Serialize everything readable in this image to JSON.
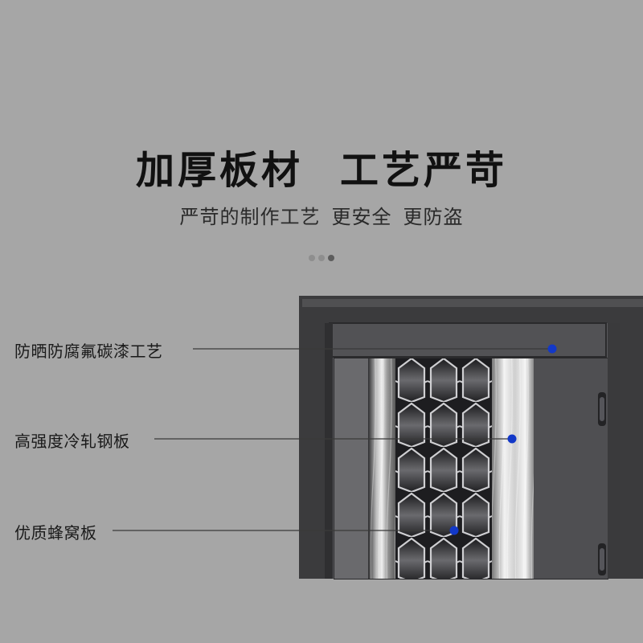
{
  "header": {
    "title_part1": "加厚板材",
    "title_part2": "工艺严苛",
    "subtitle_part1": "严苛的制作工艺",
    "subtitle_part2": "更安全",
    "subtitle_part3": "更防盗"
  },
  "carousel": {
    "dot_count": 3,
    "active_index": 2
  },
  "callouts": [
    {
      "label": "防晒防腐氟碳漆工艺"
    },
    {
      "label": "高强度冷轧钢板"
    },
    {
      "label": "优质蜂窝板"
    }
  ],
  "colors": {
    "background": "#a6a6a6",
    "door_frame": "#3b3b3d",
    "door_leaf": "#4d4d4f",
    "callout_dot": "#1238c8",
    "callout_line": "#3a3a3a"
  },
  "icons": {
    "hinge": "door-hinge-icon",
    "marker": "callout-dot-icon"
  }
}
